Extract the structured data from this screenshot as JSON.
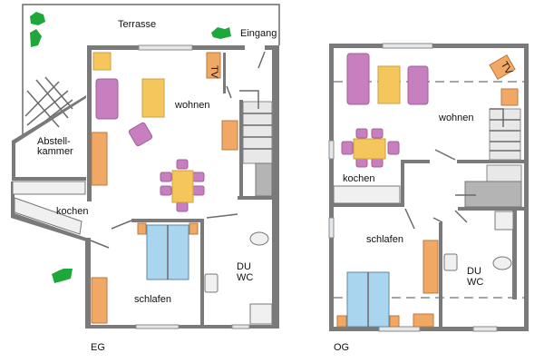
{
  "eg": {
    "floor_label": "EG",
    "rooms": {
      "terrace": "Terrasse",
      "entrance": "Eingang",
      "living": "wohnen",
      "storage_line1": "Abstell-",
      "storage_line2": "kammer",
      "kitchen": "kochen",
      "bedroom": "schlafen",
      "bath_line1": "DU",
      "bath_line2": "WC"
    },
    "tv_label": "TV"
  },
  "og": {
    "floor_label": "OG",
    "rooms": {
      "living": "wohnen",
      "kitchen": "kochen",
      "bedroom": "schlafen",
      "bath_line1": "DU",
      "bath_line2": "WC"
    },
    "tv_label": "TV"
  },
  "colors": {
    "wall": "#7a7a7a",
    "sofa": "#c77fbf",
    "table": "#f5c65c",
    "cabinet": "#f2a865",
    "bed": "#a9d6ee",
    "plant": "#1ea83c"
  }
}
